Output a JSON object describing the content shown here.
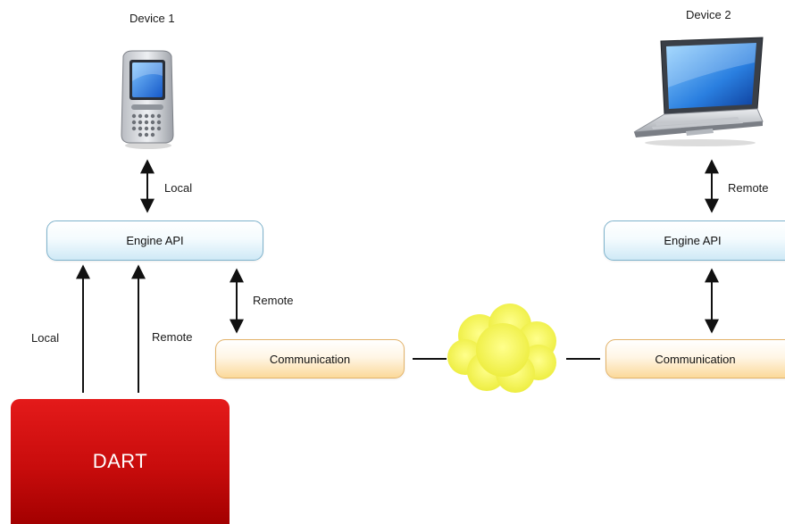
{
  "device1": {
    "title": "Device 1",
    "link_label": "Local",
    "icon": "smartphone-icon"
  },
  "device2": {
    "title": "Device 2",
    "link_label": "Remote",
    "icon": "laptop-icon"
  },
  "left_engine": {
    "label": "Engine API",
    "comm_link_label": "Remote"
  },
  "right_engine": {
    "label": "Engine API"
  },
  "left_comm": {
    "label": "Communication"
  },
  "right_comm": {
    "label": "Communication"
  },
  "network": {
    "icon": "cloud-icon"
  },
  "dart": {
    "label": "DART",
    "local_label": "Local",
    "remote_label": "Remote"
  },
  "colors": {
    "engine_fill": "#d9eef8",
    "engine_border": "#7fb3cc",
    "comm_fill": "#fbd99a",
    "comm_border": "#e3b36a",
    "dart_fill": "#c80c0c",
    "cloud_fill": "#f4f36a"
  }
}
